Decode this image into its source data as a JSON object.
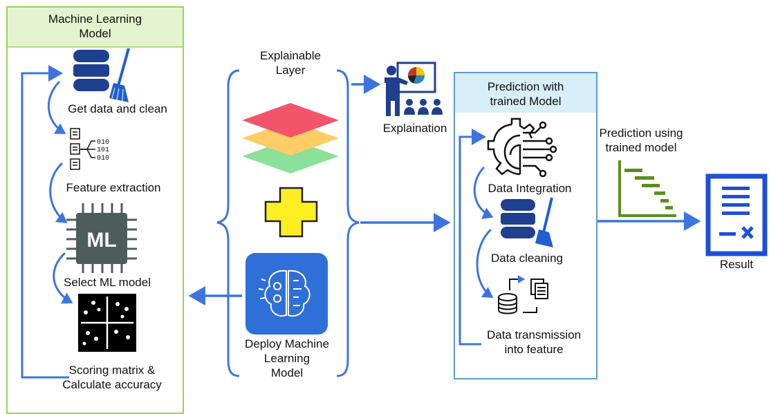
{
  "ml_panel": {
    "title_line1": "Machine Learning",
    "title_line2": "Model",
    "steps": [
      {
        "label": "Get data and clean"
      },
      {
        "label": "Feature extraction"
      },
      {
        "label": "Select ML model"
      },
      {
        "label_line1": "Scoring matrix &",
        "label_line2": "Calculate accuracy"
      }
    ],
    "chip_text": "ML"
  },
  "explainable": {
    "title_line1": "Explainable",
    "title_line2": "Layer",
    "deploy_line1": "Deploy Machine",
    "deploy_line2": "Learning",
    "deploy_line3": "Model"
  },
  "explanation": {
    "label": "Explaination"
  },
  "prediction_panel": {
    "title_line1": "Prediction with",
    "title_line2": "trained Model",
    "steps": [
      {
        "label": "Data Integration"
      },
      {
        "label": "Data cleaning"
      },
      {
        "label_line1": "Data transmission",
        "label_line2": "into feature"
      }
    ]
  },
  "prediction_arrow": {
    "label_line1": "Prediction using",
    "label_line2": "trained model"
  },
  "result": {
    "label": "Result"
  },
  "colors": {
    "panel_border_green": "#9ccf5e",
    "panel_header_green": "#e4f3cf",
    "panel_border_blue": "#5b9bd5",
    "panel_header_blue": "#d8eef8",
    "arrow_blue": "#3d74e0",
    "icon_navy": "#1f3f8f",
    "brush_blue": "#1f5fd1",
    "chip_gray": "#4d5d5b",
    "layer_red": "#f2556a",
    "layer_orange": "#ffcc66",
    "layer_green": "#8be09a",
    "plus_yellow": "#ffee22",
    "deploy_blue": "#2f70d8",
    "chart_green": "#5a8f1e",
    "result_blue": "#1e4fd6"
  }
}
